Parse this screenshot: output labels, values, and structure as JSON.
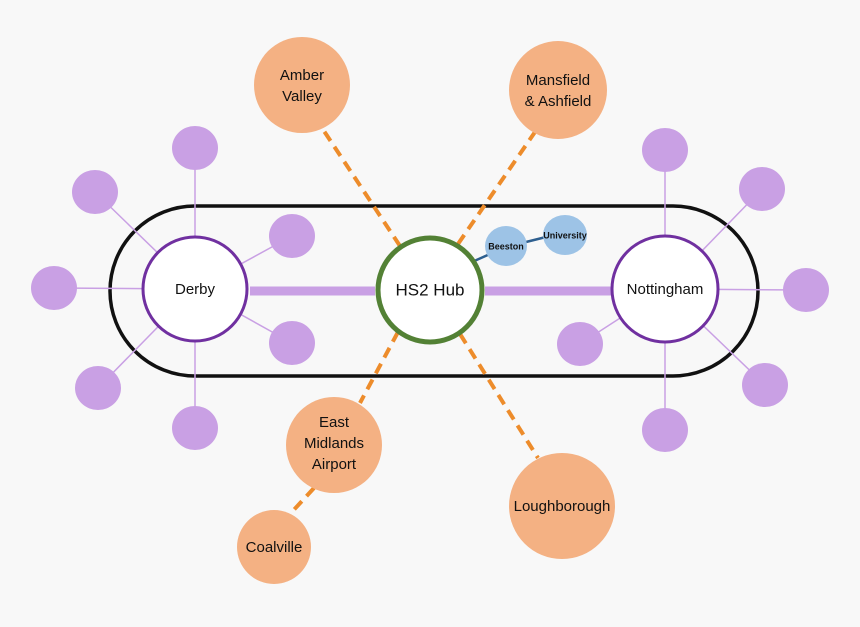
{
  "colors": {
    "background": "#f8f8f8",
    "hub_ring": "#538135",
    "city_ring": "#7030a0",
    "main_link": "#c9a0e4",
    "satellite": "#c9a0e4",
    "orange_node": "#f4b183",
    "orange_link": "#ed8c2b",
    "blue_node": "#9dc3e6",
    "blue_link": "#2e5f8f",
    "loop": "#111111"
  },
  "hub": {
    "label": "HS2 Hub"
  },
  "cities": [
    {
      "id": "derby",
      "label": "Derby"
    },
    {
      "id": "nottingham",
      "label": "Nottingham"
    }
  ],
  "connected_places": [
    {
      "id": "amber-valley",
      "lines": [
        "Amber",
        "Valley"
      ]
    },
    {
      "id": "mansfield-ashfield",
      "lines": [
        "Mansfield",
        "& Ashfield"
      ]
    },
    {
      "id": "east-midlands-airport",
      "lines": [
        "East",
        "Midlands",
        "Airport"
      ]
    },
    {
      "id": "loughborough",
      "lines": [
        "Loughborough"
      ]
    },
    {
      "id": "coalville",
      "lines": [
        "Coalville"
      ]
    }
  ],
  "hub_links": [
    {
      "id": "beeston",
      "label": "Beeston"
    },
    {
      "id": "university",
      "label": "University"
    }
  ]
}
